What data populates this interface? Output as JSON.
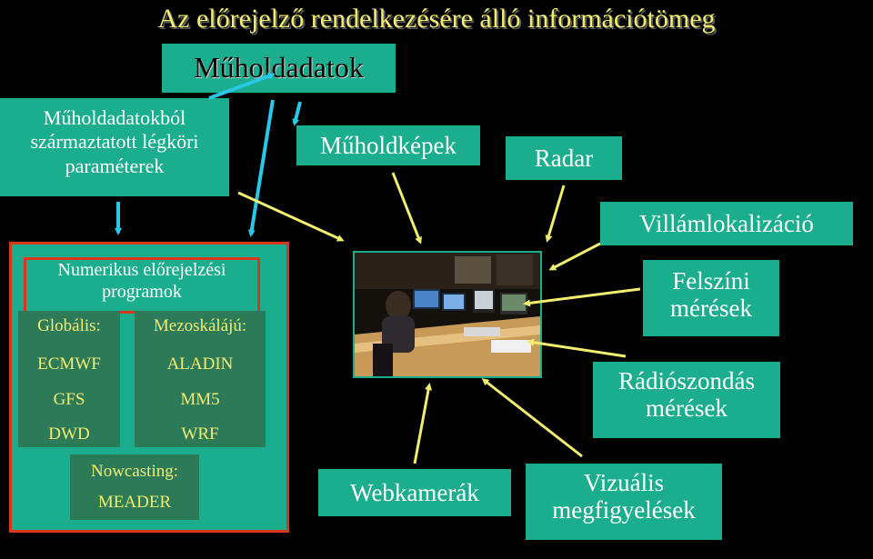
{
  "title": "Az előrejelző rendelkezésére álló információtömeg",
  "nodes": {
    "satellite_data": "Műholdadatok",
    "derived_params": [
      "Műholdadatokból",
      "származtatott  légköri",
      "paraméterek"
    ],
    "satellite_images": "Műholdképek",
    "radar": "Radar",
    "lightning": "Villámlokalizáció",
    "surface": [
      "Felszíni",
      "mérések"
    ],
    "radiosonde": [
      "Rádiószondás",
      "mérések"
    ],
    "webcams": "Webkamerák",
    "visual": [
      "Vizuális",
      "megfigyelések"
    ],
    "nwp": [
      "Numerikus előrejelzési",
      "programok"
    ],
    "global": {
      "heading": "Globális:",
      "items": [
        "ECMWF",
        "GFS",
        "DWD"
      ]
    },
    "meso": {
      "heading": "Mezoskálájú:",
      "items": [
        "ALADIN",
        "MM5",
        "WRF"
      ]
    },
    "nowcasting": {
      "heading": "Nowcasting:",
      "item": "MEADER"
    }
  },
  "colors": {
    "background": "#000000",
    "box": "#1aae8e",
    "dark_box": "#2c7a58",
    "title_text": "#f2ee70",
    "arrow_cyan": "#29c8e8",
    "arrow_yellow": "#f2ee70",
    "highlight_border": "#d9361c"
  },
  "photo": "forecaster-workstation-photo"
}
